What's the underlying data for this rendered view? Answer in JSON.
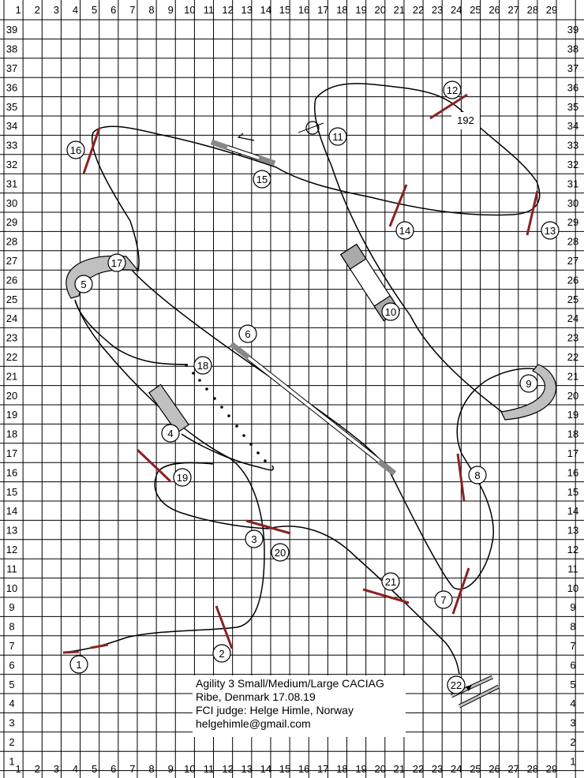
{
  "grid": {
    "columns": [
      "1",
      "2",
      "3",
      "4",
      "5",
      "6",
      "7",
      "8",
      "9",
      "10",
      "11",
      "12",
      "13",
      "14",
      "15",
      "16",
      "17",
      "18",
      "19",
      "20",
      "21",
      "22",
      "23",
      "24",
      "25",
      "26",
      "27",
      "28",
      "29"
    ],
    "rows": [
      "39",
      "38",
      "37",
      "36",
      "35",
      "34",
      "33",
      "32",
      "31",
      "30",
      "29",
      "28",
      "27",
      "26",
      "25",
      "24",
      "23",
      "22",
      "21",
      "20",
      "19",
      "18",
      "17",
      "16",
      "15",
      "14",
      "13",
      "12",
      "11",
      "10",
      "9",
      "8",
      "7",
      "6",
      "5",
      "4",
      "3",
      "2",
      "1"
    ]
  },
  "obstacles": [
    "1",
    "2",
    "3",
    "4",
    "5",
    "6",
    "7",
    "8",
    "9",
    "10",
    "11",
    "12",
    "13",
    "14",
    "15",
    "16",
    "17",
    "18",
    "19",
    "20",
    "21",
    "22"
  ],
  "course_length": "192",
  "info": {
    "line1": "Agility 3 Small/Medium/Large CACIAG",
    "line2": "Ribe, Denmark 17.08.19",
    "line3": "FCI judge: Helge Himle, Norway",
    "line4": "helgehimle@gmail.com"
  },
  "colors": {
    "jump_bar": "#8b2222",
    "equipment": "#c0c0c0",
    "grid": "#000000"
  }
}
